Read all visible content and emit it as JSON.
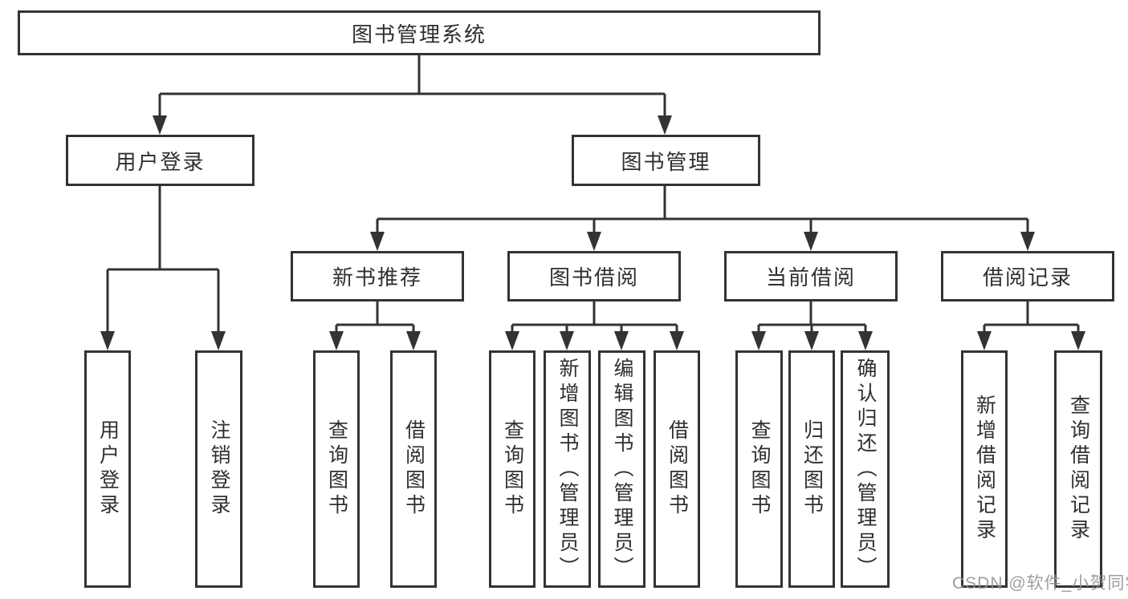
{
  "root": {
    "label": "图书管理系统"
  },
  "level2": [
    {
      "label": "用户登录"
    },
    {
      "label": "图书管理"
    }
  ],
  "level3": [
    {
      "label": "新书推荐"
    },
    {
      "label": "图书借阅"
    },
    {
      "label": "当前借阅"
    },
    {
      "label": "借阅记录"
    }
  ],
  "leaves": [
    {
      "label": "用户登录"
    },
    {
      "label": "注销登录"
    },
    {
      "label": "查询图书"
    },
    {
      "label": "借阅图书"
    },
    {
      "label": "查询图书"
    },
    {
      "label": "新增图书（管理员）"
    },
    {
      "label": "编辑图书（管理员）"
    },
    {
      "label": "借阅图书"
    },
    {
      "label": "查询图书"
    },
    {
      "label": "归还图书"
    },
    {
      "label": "确认归还（管理员）"
    },
    {
      "label": "新增借阅记录"
    },
    {
      "label": "查询借阅记录"
    }
  ],
  "watermark": "CSDN @软件_小贺同学",
  "colors": {
    "line": "#333333",
    "text": "#2f2f2f",
    "watermark": "#919191",
    "background": "#ffffff"
  }
}
